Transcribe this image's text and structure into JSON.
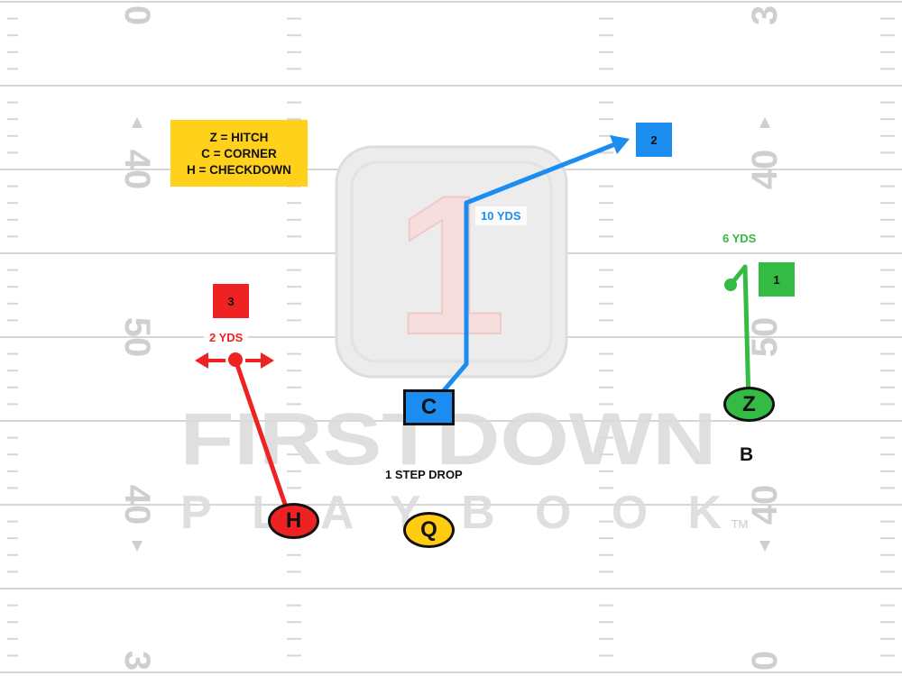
{
  "field": {
    "yard_numbers": [
      "0",
      "40",
      "50",
      "40",
      "3",
      "3",
      "40",
      "50",
      "40",
      "0"
    ],
    "colors": {
      "line": "#d6d6d6",
      "number": "#cfcfcf",
      "watermark": "#d9d9d9"
    }
  },
  "watermark": {
    "logo_glyph": "1",
    "brand": "FIRSTDOWN",
    "sub": "PLAYBOOK",
    "tm": "TM"
  },
  "legend": {
    "lines": [
      "Z = HITCH",
      "C = CORNER",
      "H = CHECKDOWN"
    ],
    "color": "#ffd11a"
  },
  "routes": {
    "C": {
      "label": "10 YDS",
      "read_order": "2",
      "color": "#1b8cf0"
    },
    "Z": {
      "label": "6 YDS",
      "read_order": "1",
      "color": "#33bb44"
    },
    "H": {
      "label": "2 YDS",
      "read_order": "3",
      "color": "#ee2222"
    }
  },
  "players": {
    "C": {
      "label": "C",
      "color": "#1b8cf0"
    },
    "Z": {
      "label": "Z",
      "color": "#33bb44"
    },
    "H": {
      "label": "H",
      "color": "#ee2222"
    },
    "Q": {
      "label": "Q",
      "color": "#ffcc11"
    },
    "B": {
      "label": "B"
    }
  },
  "qb": {
    "drop_label": "1 STEP DROP"
  }
}
